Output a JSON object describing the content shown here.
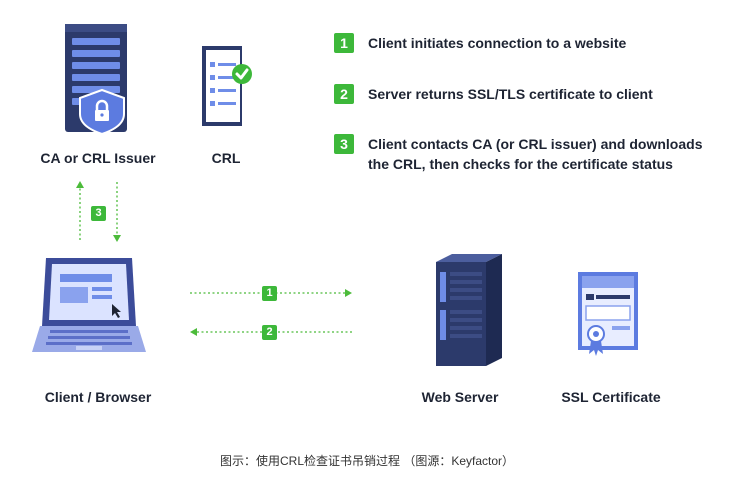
{
  "nodes": {
    "ca_issuer": "CA or CRL Issuer",
    "crl": "CRL",
    "client": "Client / Browser",
    "web_server": "Web Server",
    "ssl_certificate": "SSL Certificate"
  },
  "steps": [
    {
      "number": "1",
      "lines": [
        "Client initiates connection to a website"
      ]
    },
    {
      "number": "2",
      "lines": [
        "Server returns SSL/TLS certificate to client"
      ]
    },
    {
      "number": "3",
      "lines": [
        "Client contacts CA (or CRL issuer) and downloads",
        "the CRL, then checks for the certificate status"
      ]
    }
  ],
  "arrow_badges": {
    "ca_link": "3",
    "to_server": "1",
    "to_client": "2"
  },
  "caption": "图示：使用CRL检查证书吊销过程 （图源：Keyfactor）",
  "colors": {
    "accent_green": "#3db83a",
    "arrow_green": "#4cbb3a",
    "dark_navy": "#2c3a6b",
    "light_blue": "#6f8de8"
  }
}
